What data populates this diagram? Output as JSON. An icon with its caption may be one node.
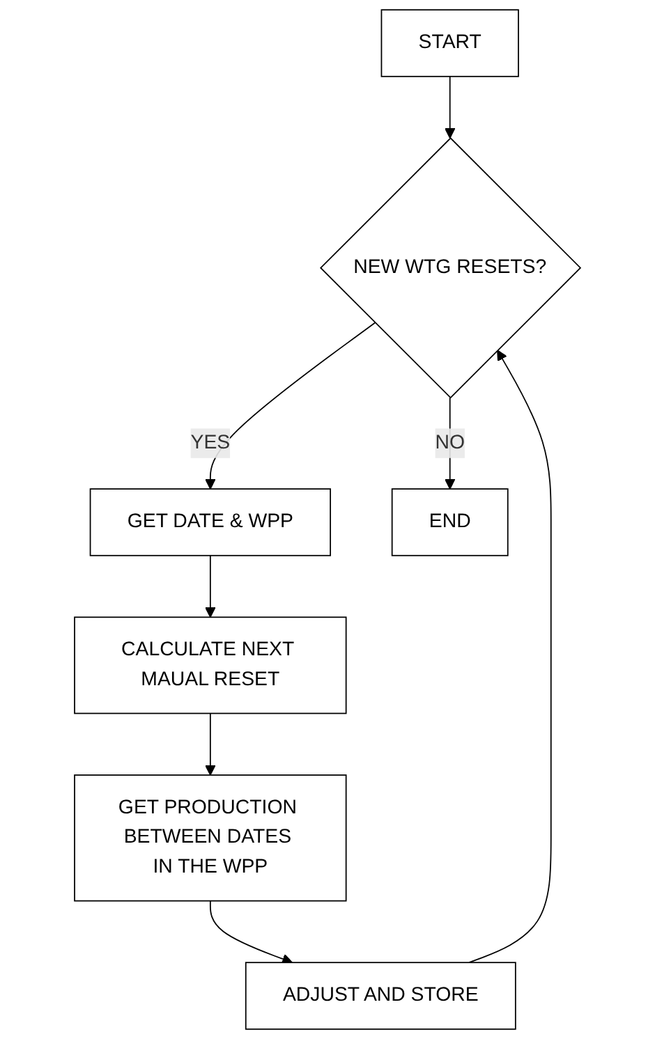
{
  "diagram": {
    "nodes": [
      {
        "text": [
          "START"
        ]
      },
      {
        "text": [
          "NEW WTG RESETS?"
        ]
      },
      {
        "text": [
          "GET DATE & WPP"
        ]
      },
      {
        "text": [
          "CALCULATE NEXT MAUAL RESET"
        ]
      },
      {
        "text": [
          "GET PRODUCTION BETWEEN DATES IN THE WPP"
        ]
      },
      {
        "text": [
          "ADJUST AND STORE"
        ]
      },
      {
        "text": [
          "END"
        ]
      }
    ],
    "edges": [
      {
        "from": 0,
        "to": 1,
        "arrow": "to"
      },
      {
        "from": 1,
        "to": 2,
        "arrow": "to",
        "label": "YES"
      },
      {
        "from": 2,
        "to": 3,
        "arrow": "to"
      },
      {
        "from": 3,
        "to": 4,
        "arrow": "to"
      },
      {
        "from": 4,
        "to": 5,
        "arrow": "to"
      },
      {
        "from": 5,
        "to": 1,
        "arrow": "to"
      },
      {
        "from": 1,
        "to": 6,
        "arrow": "to",
        "label": "NO"
      }
    ]
  }
}
